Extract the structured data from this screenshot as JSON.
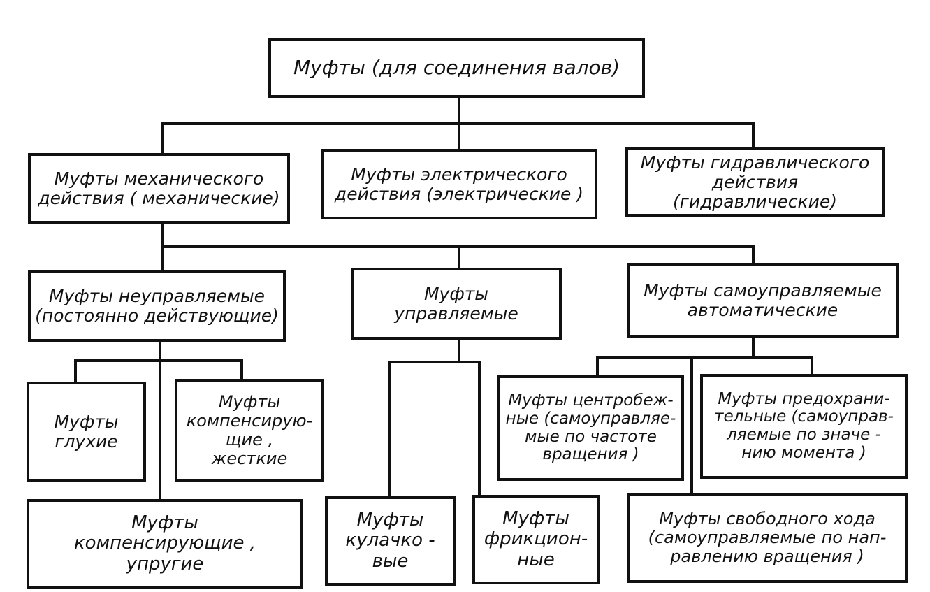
{
  "diagram": {
    "root": "Муфты  (для  соединения  валов)",
    "mechanical": "Муфты  механического\nдействия  ( механические)",
    "electrical": "Муфты  электрического\nдействия  (электрические )",
    "hydraulic": "Муфты гидравлического\nдействия (гидравлические)",
    "uncontrolled": "Муфты  неуправляемые\n(постоянно  действующие)",
    "controlled": "Муфты\nуправляемые",
    "self_controlled": "Муфты  самоуправляемые\nавтоматические",
    "rigid": "Муфты\nглухие",
    "compensating_rigid": "Муфты\nкомпенсирую-\nщие ,\nжесткие",
    "compensating_elastic": "Муфты\nкомпенсирующие ,\nупругие",
    "cam": "Муфты\nкулачко -\nвые",
    "friction": "Муфты\nфрикцион-\nные",
    "centrifugal": "Муфты  центробеж-\nные (самоуправляе-\nмые по  частоте\nвращения )",
    "safety": "Муфты  предохрани-\nтельные  (самоупрaв-\nляемые по  значе -\nнию  момента )",
    "freewheel": "Муфты  свободного  хода\n(самоуправляемые по  нап-\nравлению  вращения )"
  }
}
